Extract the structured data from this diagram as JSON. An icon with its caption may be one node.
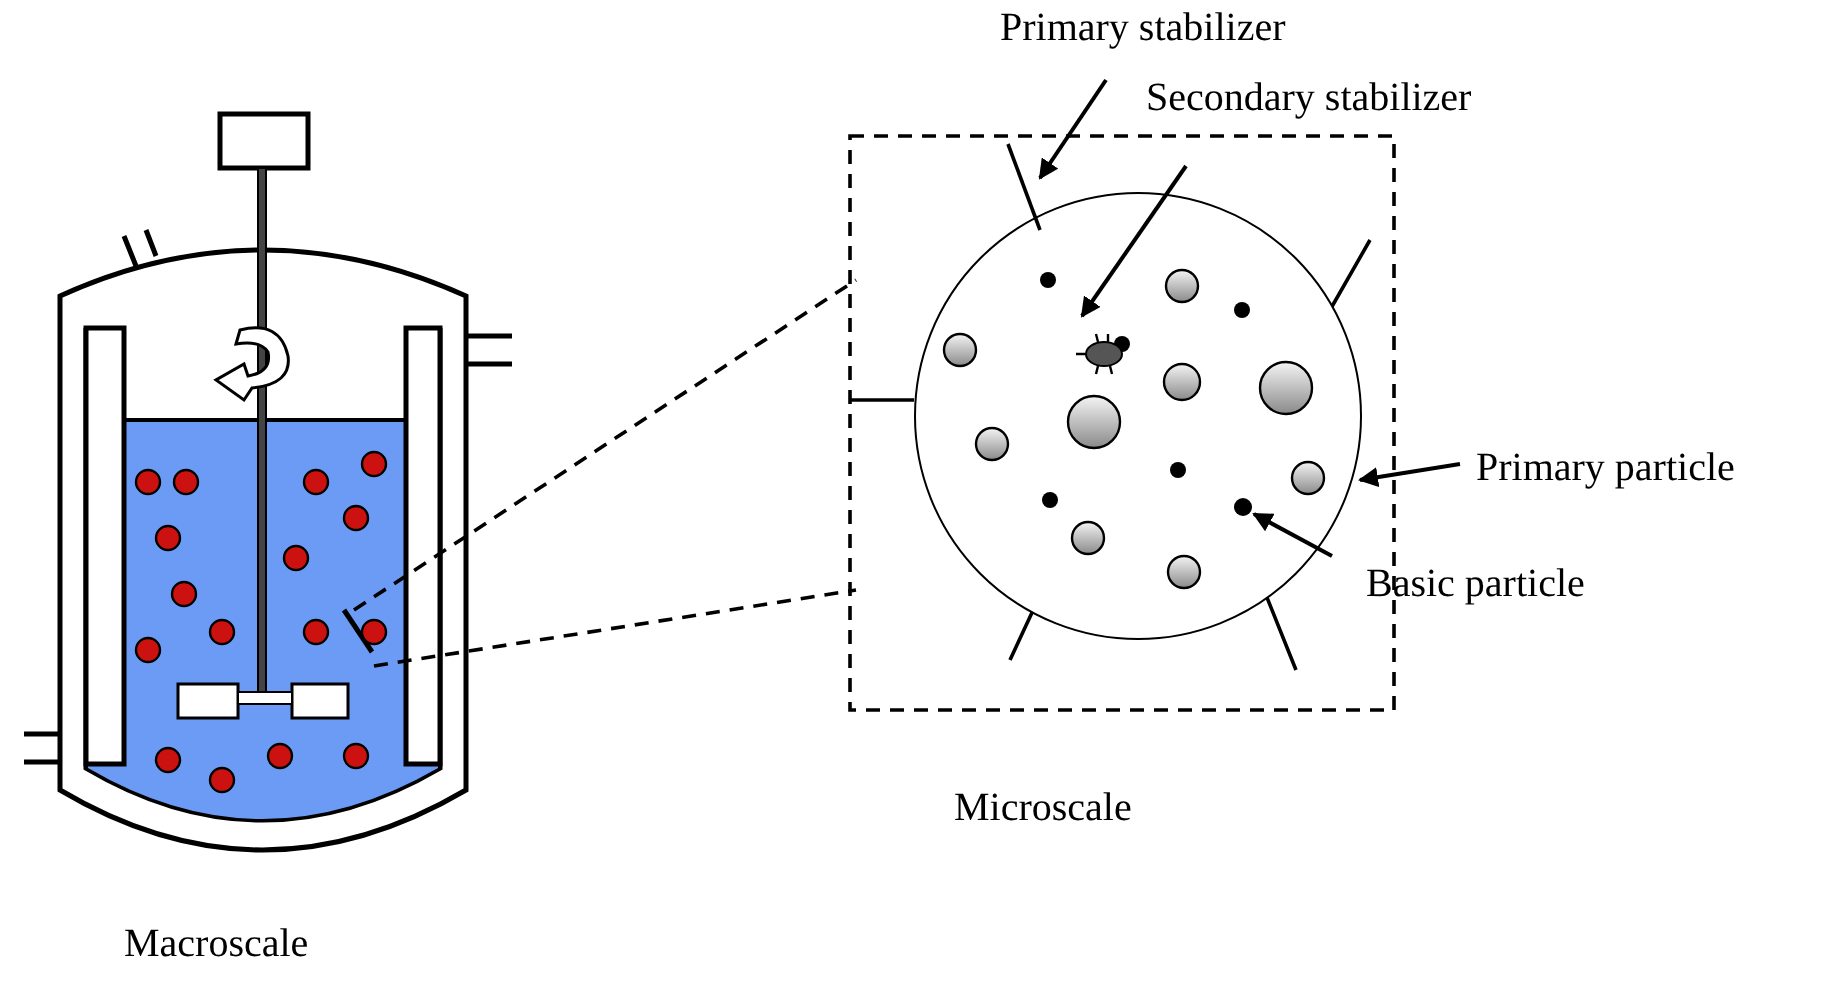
{
  "diagram": {
    "nodes": [
      {
        "text": [
          "Primary stabilizer"
        ]
      },
      {
        "text": [],
        "shape": "bar"
      },
      {
        "text": [
          "Secondary stabilizer"
        ]
      },
      {
        "text": [],
        "shape": "circle",
        "in": 5
      },
      {
        "text": [
          "Primary particle"
        ]
      },
      {
        "text": [],
        "shape": "circle"
      },
      {
        "text": [
          "Basic particle"
        ]
      },
      {
        "text": [],
        "shape": "circle",
        "in": 5
      }
    ],
    "edges": [
      {
        "from": 0,
        "to": 1,
        "arrow": "to"
      },
      {
        "from": 2,
        "to": 3,
        "arrow": "to"
      },
      {
        "from": 4,
        "to": 5,
        "arrow": "to"
      },
      {
        "from": 6,
        "to": 7,
        "arrow": "to"
      }
    ],
    "labels": [
      "Microscale",
      "Macroscale"
    ]
  }
}
